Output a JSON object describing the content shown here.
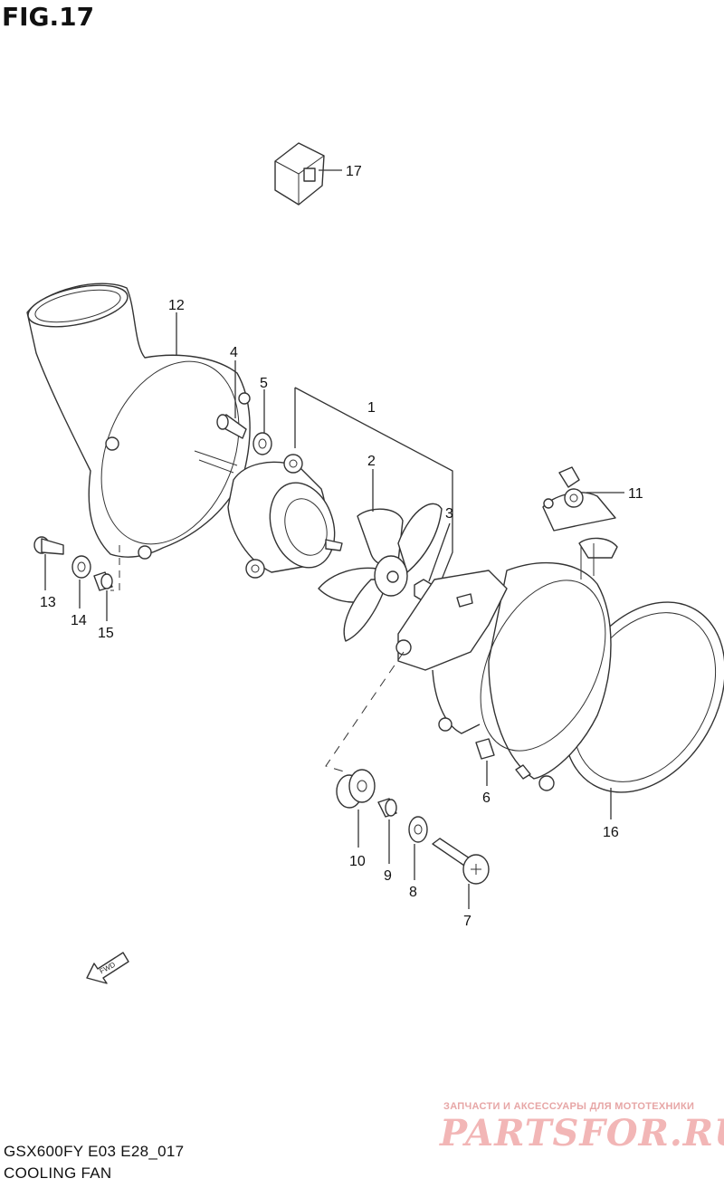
{
  "figure_title": "FIG.17",
  "model_code": "GSX600FY E03 E28_017",
  "section_name": "COOLING FAN",
  "fwd_label": "FWD",
  "watermark": {
    "tagline": "ЗАПЧАСТИ И АКСЕССУАРЫ ДЛЯ МОТОТЕХНИКИ",
    "logo": "PARTSFOR.RU"
  },
  "callouts": {
    "c1": "1",
    "c2": "2",
    "c3": "3",
    "c4": "4",
    "c5": "5",
    "c6": "6",
    "c7": "7",
    "c8": "8",
    "c9": "9",
    "c10": "10",
    "c11": "11",
    "c12": "12",
    "c13": "13",
    "c14": "14",
    "c15": "15",
    "c16": "16",
    "c17": "17"
  }
}
